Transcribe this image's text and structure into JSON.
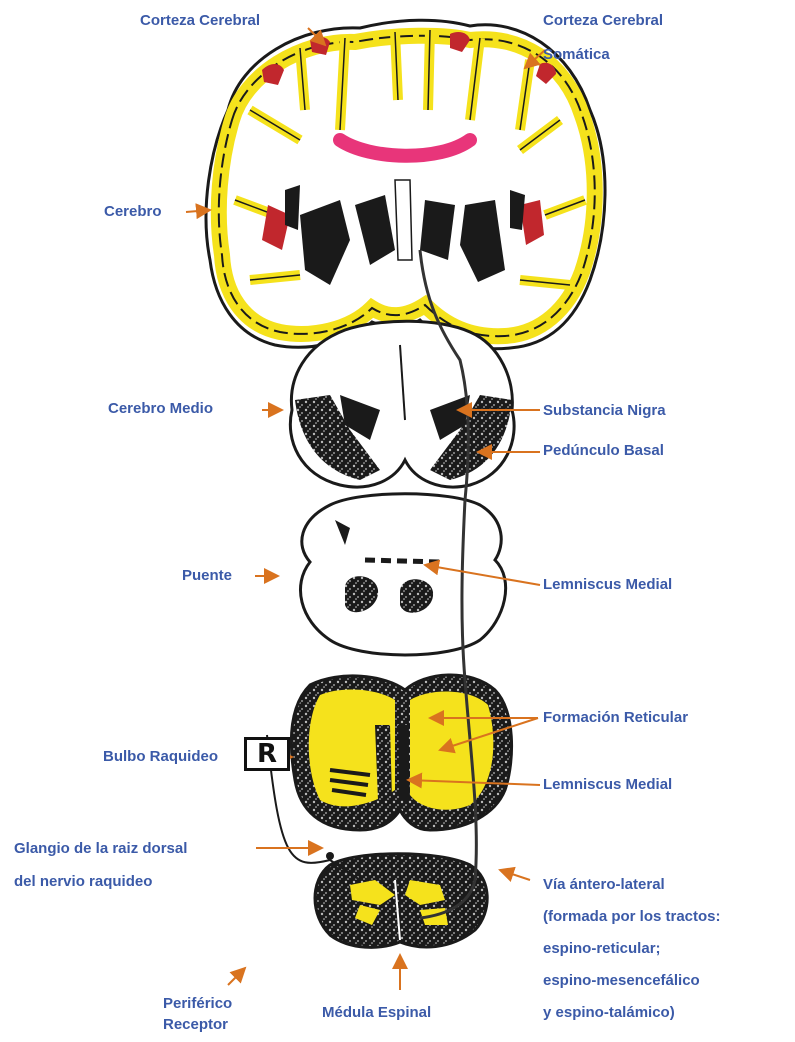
{
  "labels": {
    "corteza_cerebral": "Corteza Cerebral",
    "corteza_cerebral_somatica_1": "Corteza Cerebral",
    "corteza_cerebral_somatica_2": "Somática",
    "cerebro": "Cerebro",
    "cerebro_medio": "Cerebro Medio",
    "substancia_nigra": "Substancia Nigra",
    "pedunculo_basal": "Pedúnculo Basal",
    "puente": "Puente",
    "lemniscus_medial_puente": "Lemniscus Medial",
    "formacion_reticular": "Formación Reticular",
    "bulbo_raquideo": "Bulbo Raquideo",
    "lemniscus_medial_bulbo": "Lemniscus Medial",
    "ganglio_1": "Glangio de la raiz dorsal",
    "ganglio_2": "del nervio raquideo",
    "via_1": "Vía ántero-lateral",
    "via_2": "(formada por los tractos:",
    "via_3": "espino-reticular;",
    "via_4": "espino-mesencefálico",
    "via_5": "y espino-talámico)",
    "periferico_1": "Periférico",
    "periferico_2": "Receptor",
    "medula_espinal": "Médula Espinal",
    "receptor_box": "R"
  },
  "colors": {
    "label_text": "#3b5aa8",
    "arrow": "#d9731f",
    "cortex_fill": "#f5e21c",
    "cortex_red": "#c1272d",
    "corpus_callosum": "#e8357a",
    "tissue_dark": "#1a1a1a",
    "pathway_line": "#333333"
  }
}
